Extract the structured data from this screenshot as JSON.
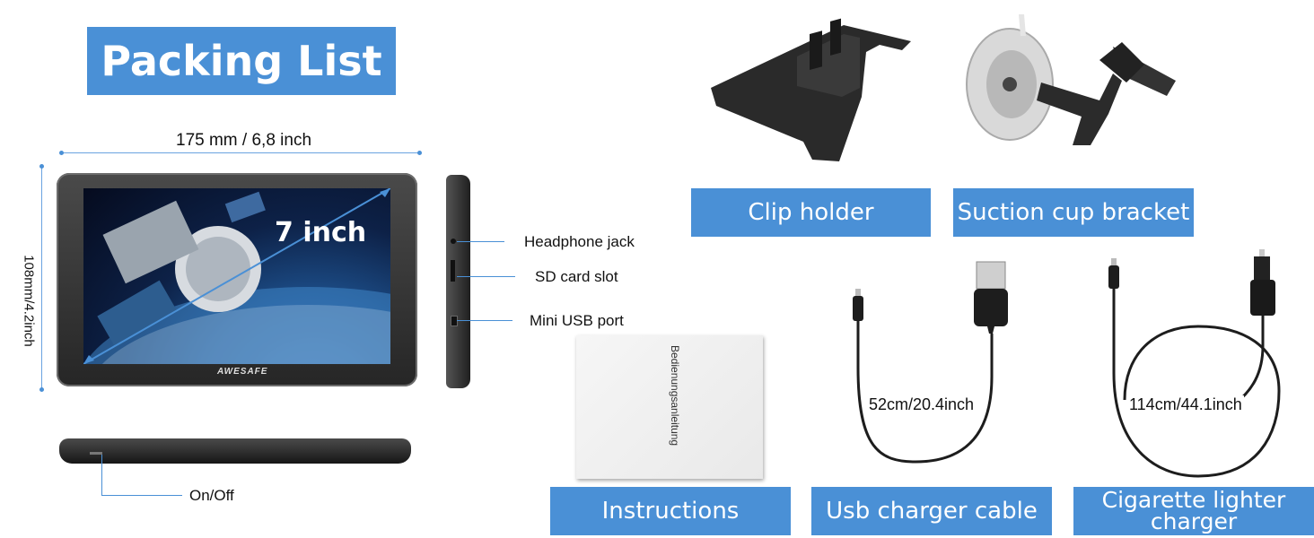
{
  "title": "Packing List",
  "dimensions": {
    "width": "175 mm / 6,8 inch",
    "height": "108mm/4.2inch",
    "screen": "7 inch"
  },
  "brand": "AWESAFE",
  "ports": {
    "headphone": "Headphone jack",
    "sd": "SD card slot",
    "usb": "Mini USB port",
    "power": "On/Off"
  },
  "booklet_text": "Bedienungsanleitung",
  "accessories": {
    "clip_holder": "Clip holder",
    "suction_cup": "Suction cup bracket",
    "instructions": "Instructions",
    "usb_cable": "Usb charger cable",
    "usb_cable_length": "52cm/20.4inch",
    "car_charger": "Cigarette lighter charger",
    "car_charger_length": "114cm/44.1inch"
  },
  "colors": {
    "accent": "#4a90d6",
    "device": "#2b2b2b"
  }
}
